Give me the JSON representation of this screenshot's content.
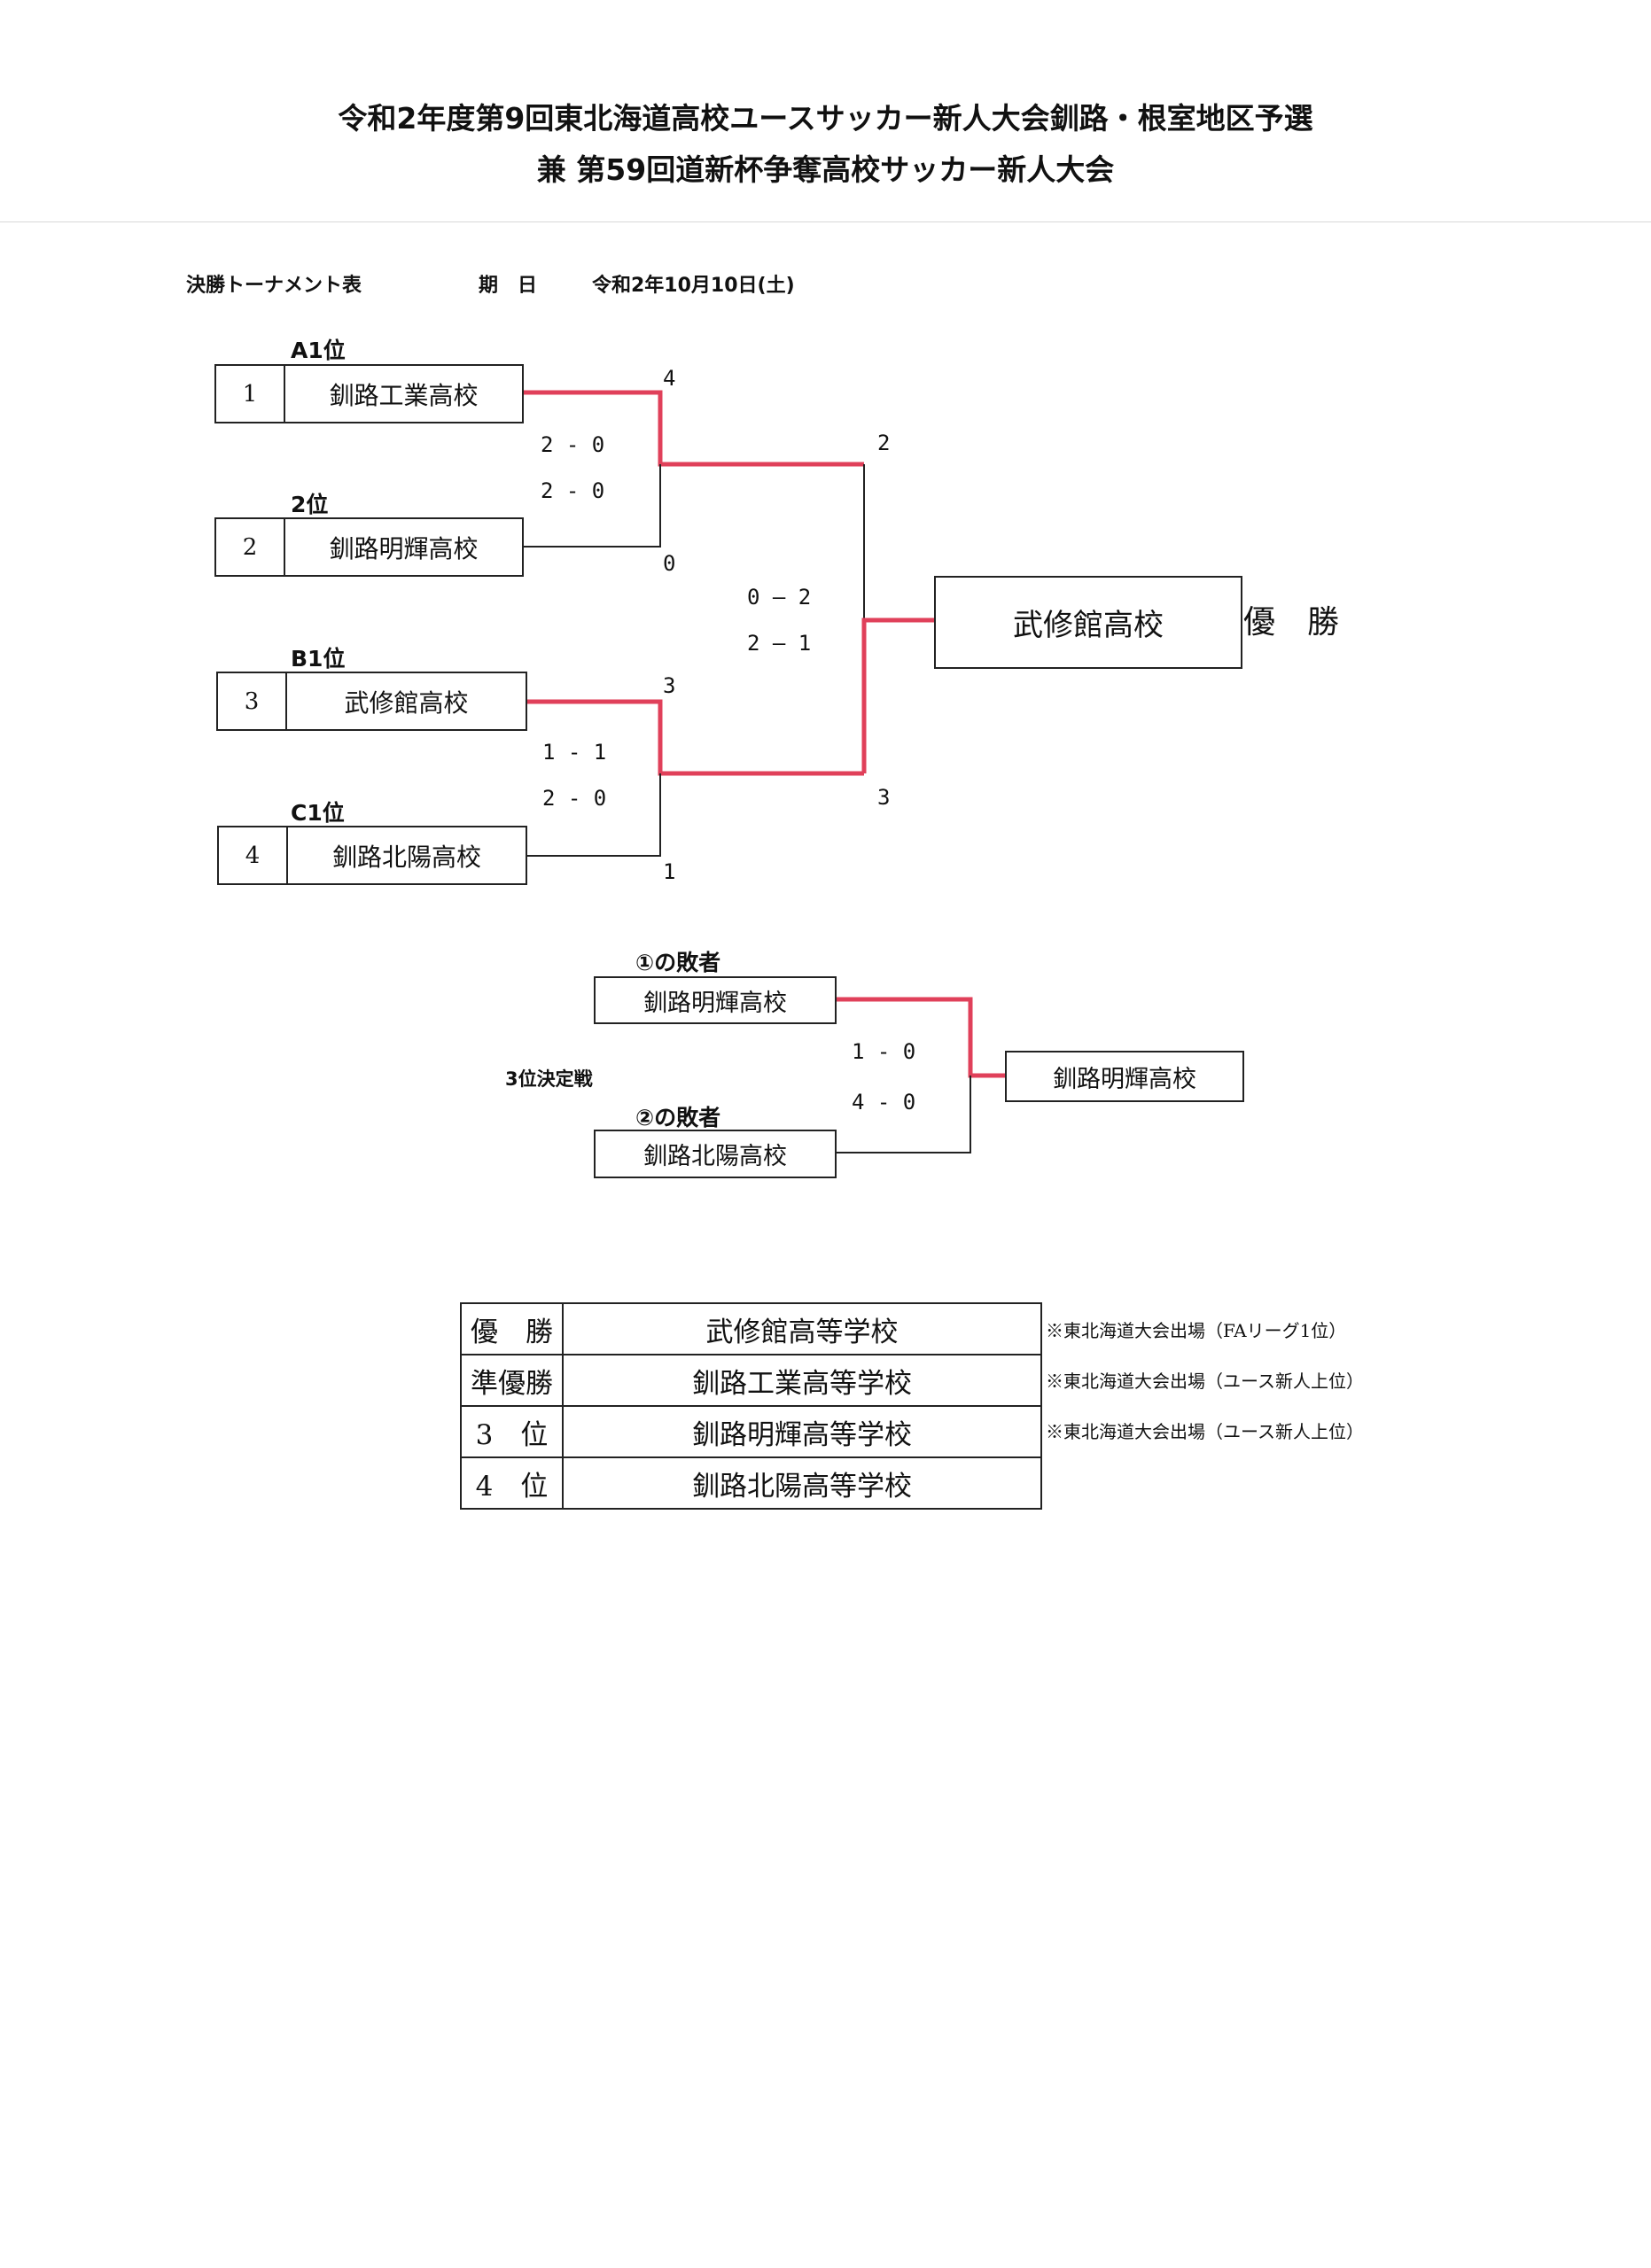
{
  "title": {
    "line1": "令和2年度第9回東北海道高校ユースサッカー新人大会釧路・根室地区予選",
    "line2": "兼 第59回道新杯争奪高校サッカー新人大会"
  },
  "header": {
    "table_name": "決勝トーナメント表",
    "date_label": "期　日",
    "date_value": "令和2年10月10日(土)"
  },
  "bracket": {
    "teams": [
      {
        "seed": "A1位",
        "num": "1",
        "name": "釧路工業高校",
        "score": "4"
      },
      {
        "seed": "2位",
        "num": "2",
        "name": "釧路明輝高校",
        "score": "0"
      },
      {
        "seed": "B1位",
        "num": "3",
        "name": "武修館高校",
        "score": "3"
      },
      {
        "seed": "C1位",
        "num": "4",
        "name": "釧路北陽高校",
        "score": "1"
      }
    ],
    "match1": {
      "half1": "2 - 0",
      "half2": "2 - 0"
    },
    "match2": {
      "half1": "1 - 1",
      "half2": "2 - 0"
    },
    "final": {
      "top_score": "2",
      "bottom_score": "3",
      "half1": "0 — 2",
      "half2": "2 — 1"
    },
    "champion": {
      "name": "武修館高校",
      "label": "優　勝"
    }
  },
  "third_place": {
    "label": "3位決定戦",
    "top": {
      "seed": "①の敗者",
      "name": "釧路明輝高校"
    },
    "bottom": {
      "seed": "②の敗者",
      "name": "釧路北陽高校"
    },
    "half1": "1 - 0",
    "half2": "4 - 0",
    "winner": "釧路明輝高校"
  },
  "results": [
    {
      "rank": "優　勝",
      "school": "武修館高等学校",
      "note": "※東北海道大会出場（FAリーグ1位）"
    },
    {
      "rank": "準優勝",
      "school": "釧路工業高等学校",
      "note": "※東北海道大会出場（ユース新人上位）"
    },
    {
      "rank": "3　位",
      "school": "釧路明輝高等学校",
      "note": "※東北海道大会出場（ユース新人上位）"
    },
    {
      "rank": "4　位",
      "school": "釧路北陽高等学校",
      "note": ""
    }
  ],
  "colors": {
    "winner_line": "#e0405a",
    "line": "#222222"
  }
}
